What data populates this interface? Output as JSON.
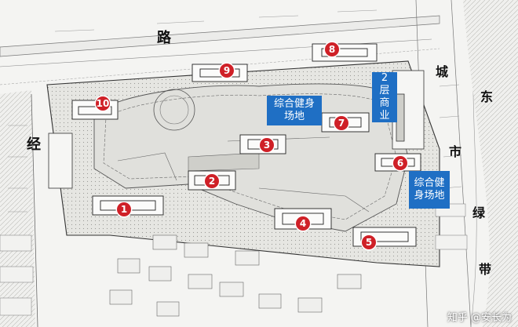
{
  "map": {
    "roads": {
      "north": "路",
      "west": "经",
      "east": [
        "城",
        "东",
        "市",
        "绿",
        "带"
      ]
    },
    "zones": [
      {
        "id": "fitness-north",
        "label": "综合健身场地"
      },
      {
        "id": "commercial",
        "label": "2层商业"
      },
      {
        "id": "fitness-east",
        "label": "综合健身场地"
      }
    ],
    "buildings": [
      "1",
      "2",
      "3",
      "4",
      "5",
      "6",
      "7",
      "8",
      "9",
      "10"
    ],
    "colors": {
      "marker": "#cf2027",
      "zone": "#1f6fc4",
      "plaza": "#e2e2de",
      "line": "#555555"
    },
    "watermark": "知乎 @安长为"
  }
}
